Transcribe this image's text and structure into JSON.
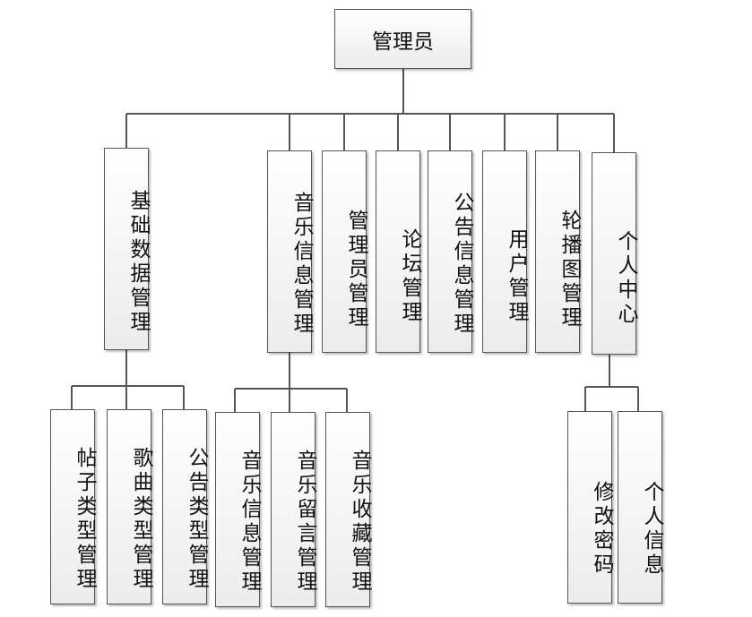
{
  "root": {
    "label": "管理员"
  },
  "level1": [
    {
      "key": "base",
      "label": "基础数据管理"
    },
    {
      "key": "music",
      "label": "音乐信息管理"
    },
    {
      "key": "admin",
      "label": "管理员管理"
    },
    {
      "key": "forum",
      "label": "论坛管理"
    },
    {
      "key": "notice",
      "label": "公告信息管理"
    },
    {
      "key": "user",
      "label": "用户管理"
    },
    {
      "key": "carousel",
      "label": "轮播图管理"
    },
    {
      "key": "personal",
      "label": "个人中心"
    }
  ],
  "base_children": [
    {
      "label": "帖子类型管理"
    },
    {
      "label": "歌曲类型管理"
    },
    {
      "label": "公告类型管理"
    }
  ],
  "music_children": [
    {
      "label": "音乐信息管理"
    },
    {
      "label": "音乐留言管理"
    },
    {
      "label": "音乐收藏管理"
    }
  ],
  "personal_children": [
    {
      "label": "修改密码"
    },
    {
      "label": "个人信息"
    }
  ],
  "colors": {
    "line": "#555555",
    "border": "#555555",
    "fill_top": "#ffffff",
    "fill_bottom": "#ececec"
  }
}
